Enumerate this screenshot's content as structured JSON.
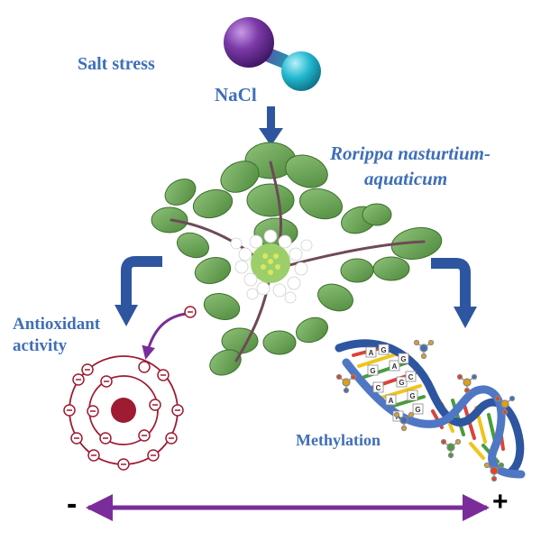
{
  "labels": {
    "stressor": "Salt stress",
    "salt": "NaCl",
    "species_line1": "Rorippa nasturtium-",
    "species_line2": "aquaticum",
    "antioxidant_line1": "Antioxidant",
    "antioxidant_line2": "activity",
    "methylation": "Methylation"
  },
  "scale": {
    "low": "-",
    "high": "+"
  },
  "dna_bases": [
    "A",
    "G",
    "G",
    "A",
    "C",
    "G",
    "A",
    "G",
    "G",
    "C",
    "A",
    "G"
  ],
  "colors": {
    "text_blue": "#3f6fb8",
    "arrow_blue": "#2e55a0",
    "scale_purple": "#7a2d9a",
    "atom_red": "#9e1b32",
    "molecule_purple": "#7b3aa8",
    "molecule_cyan": "#22b8cf"
  }
}
